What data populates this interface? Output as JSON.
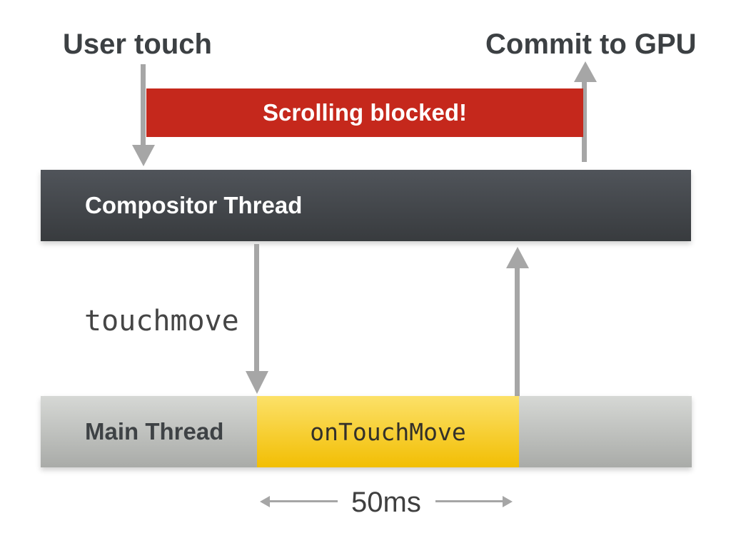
{
  "diagram": {
    "user_touch_label": "User touch",
    "commit_label": "Commit to GPU",
    "banner_label": "Scrolling blocked!",
    "compositor_label": "Compositor Thread",
    "event_label": "touchmove",
    "main_label": "Main Thread",
    "task_label": "onTouchMove",
    "duration_label": "50ms"
  },
  "colors": {
    "banner_red": "#c5281c",
    "arrow_gray": "#a6a6a6",
    "compositor_top": "#50545a",
    "compositor_bottom": "#383b3e",
    "main_top": "#d6d8d5",
    "main_bottom": "#a9aba8",
    "task_top": "#fce169",
    "task_bottom": "#f2be03",
    "heading_text": "#3c4043",
    "mono_text": "#454545",
    "bar_text_dark": "#3e4245"
  }
}
